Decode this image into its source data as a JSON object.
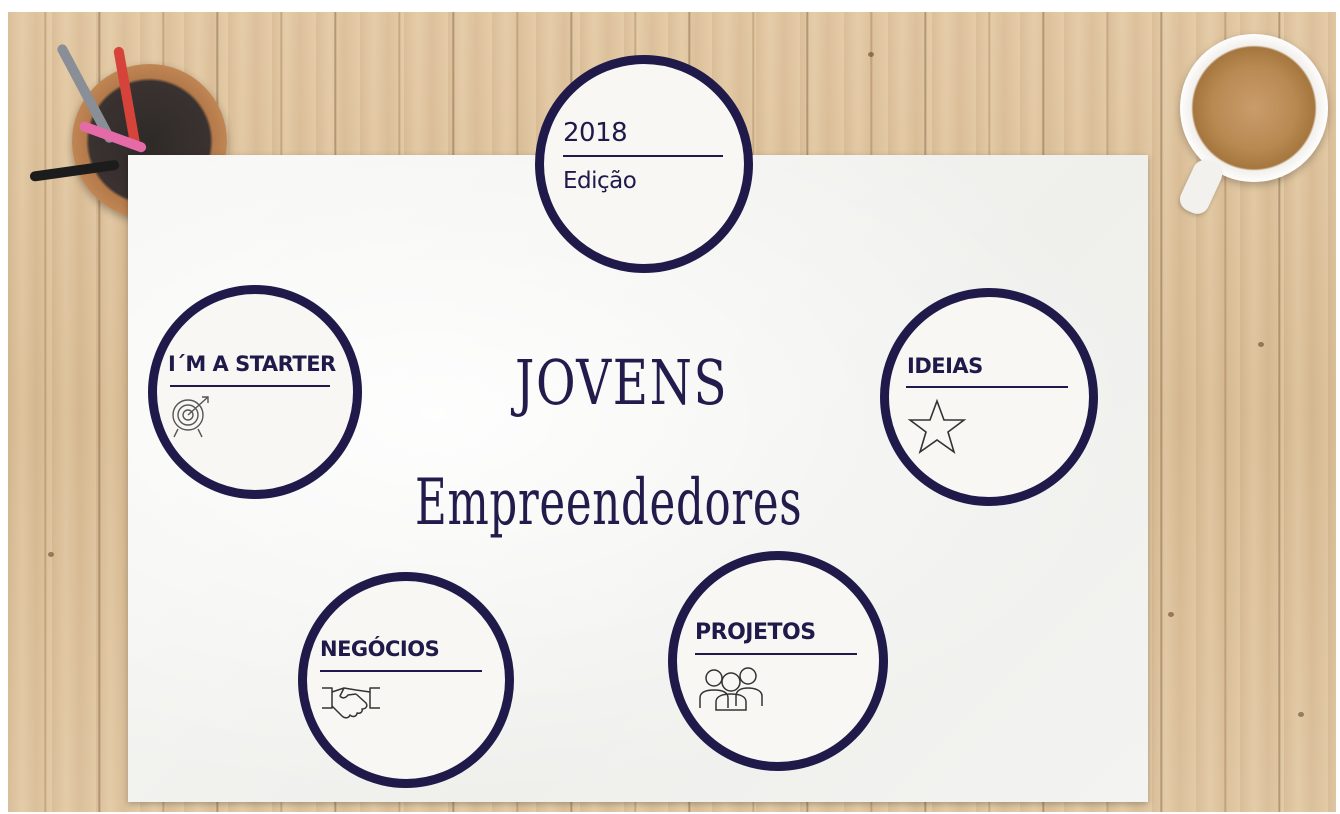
{
  "title": {
    "line1": "JOVENS",
    "line2": "Empreendedores"
  },
  "circles": {
    "edition": {
      "year": "2018",
      "label": "Edição"
    },
    "starter": {
      "label": "I´M A STARTER",
      "icon": "target-icon"
    },
    "ideias": {
      "label": "IDEIAS",
      "icon": "star-icon"
    },
    "negocios": {
      "label": "NEGÓCIOS",
      "icon": "handshake-icon"
    },
    "projetos": {
      "label": "PROJETOS",
      "icon": "people-icon"
    }
  },
  "colors": {
    "accent": "#1f1a4a",
    "paper": "#f3f3f1",
    "wood": "#dcc19b"
  }
}
